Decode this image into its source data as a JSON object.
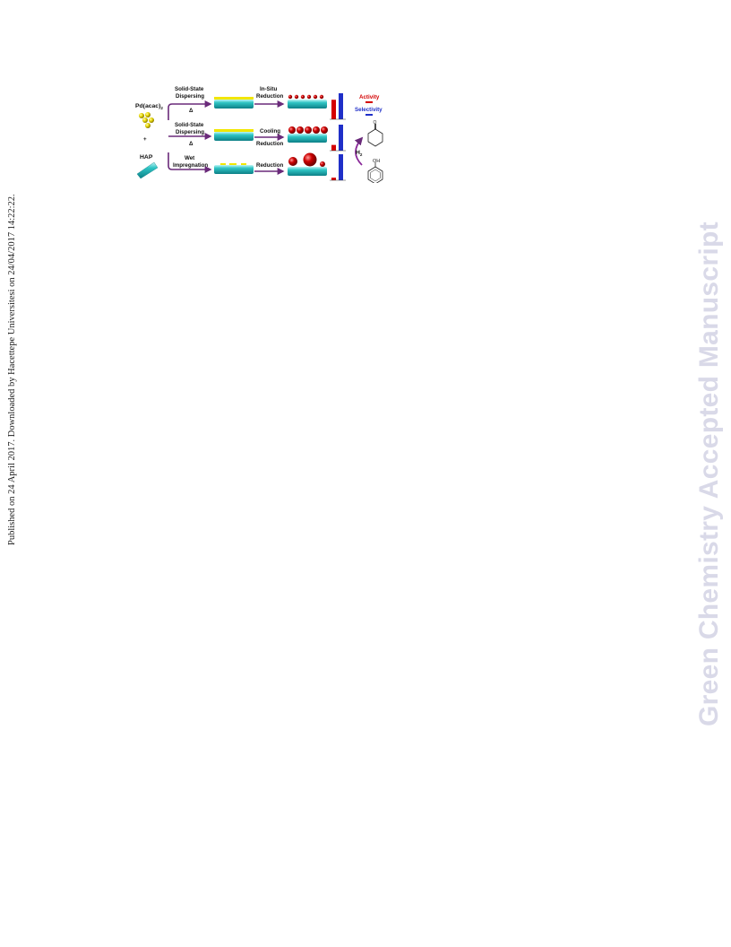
{
  "page": {
    "side_note": "Published on 24 April 2017. Downloaded by Hacettepe Universitesi on 24/04/2017 14:22:22.",
    "watermark": "Green Chemistry Accepted Manuscript"
  },
  "figure": {
    "precursor_label": "Pd(acac)",
    "precursor_subscript": "2",
    "plus_sign": "+",
    "support_label": "HAP",
    "routes": [
      {
        "method_line1": "Solid-State",
        "method_line2": "Dispersing",
        "heat_symbol": "Δ",
        "step_line1": "In-Situ",
        "step_line2": "Reduction",
        "activity_bar": 0.75,
        "selectivity_bar": 1.0
      },
      {
        "method_line1": "Solid-State",
        "method_line2": "Dispersing",
        "heat_symbol": "Δ",
        "step_line1": "Cooling",
        "step_line2": "Reduction",
        "activity_bar": 0.22,
        "selectivity_bar": 1.0
      },
      {
        "method_line1": "Wet",
        "method_line2": "Impregnation",
        "heat_symbol": "",
        "step_line1": "Reduction",
        "step_line2": "",
        "activity_bar": 0.1,
        "selectivity_bar": 1.0
      }
    ],
    "legend": {
      "activity": "Activity",
      "selectivity": "Selectivity"
    },
    "h2_label": "H",
    "h2_subscript": "2",
    "oh_label": "OH",
    "colors": {
      "activity": "#d40000",
      "selectivity": "#1f2fc8",
      "support": "#2ec4c4",
      "precursor_layer": "#f2e600",
      "nanoparticle": "#cc0000",
      "arrow": "#6a2a7a"
    }
  }
}
